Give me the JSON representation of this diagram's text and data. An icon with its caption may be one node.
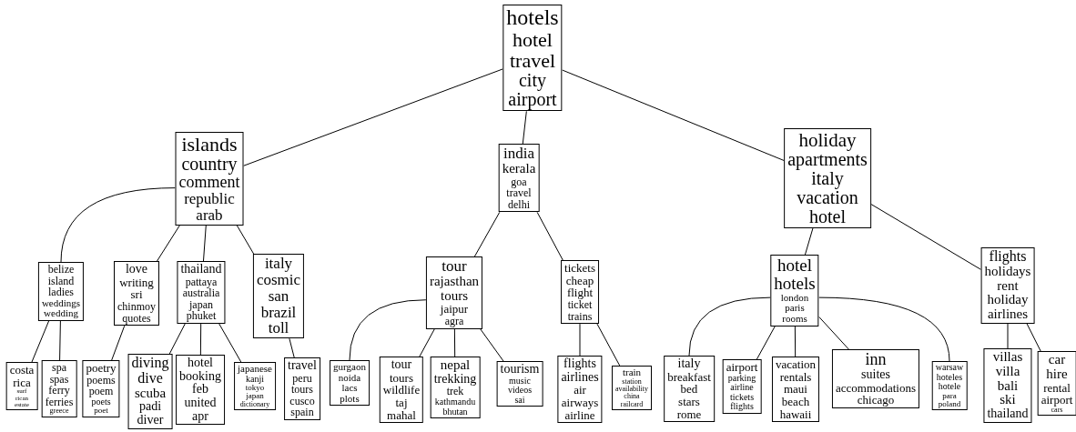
{
  "diagram": {
    "nodes": [
      {
        "text": [
          "hotels",
          "hotel",
          "travel",
          "city",
          "airport"
        ]
      },
      {
        "text": [
          "islands",
          "country",
          "comment",
          "republic",
          "arab"
        ]
      },
      {
        "text": [
          "india",
          "kerala",
          "goa",
          "travel",
          "delhi"
        ]
      },
      {
        "text": [
          "holiday",
          "apartments",
          "italy",
          "vacation",
          "hotel"
        ]
      },
      {
        "text": [
          "belize",
          "island",
          "ladies",
          "weddings",
          "wedding"
        ]
      },
      {
        "text": [
          "love",
          "writing",
          "sri",
          "chinmoy",
          "quotes"
        ]
      },
      {
        "text": [
          "thailand",
          "pattaya",
          "australia",
          "japan",
          "phuket"
        ]
      },
      {
        "text": [
          "italy",
          "cosmic",
          "san",
          "brazil",
          "toll"
        ]
      },
      {
        "text": [
          "tour",
          "rajasthan",
          "tours",
          "jaipur",
          "agra"
        ]
      },
      {
        "text": [
          "tickets",
          "cheap",
          "flight",
          "ticket",
          "trains"
        ]
      },
      {
        "text": [
          "hotel",
          "hotels",
          "london",
          "paris",
          "rooms"
        ]
      },
      {
        "text": [
          "flights",
          "holidays",
          "rent",
          "holiday",
          "airlines"
        ]
      },
      {
        "text": [
          "costa",
          "rica",
          "surf",
          "rican",
          "estate"
        ]
      },
      {
        "text": [
          "spa",
          "spas",
          "ferry",
          "ferries",
          "greece"
        ]
      },
      {
        "text": [
          "poetry",
          "poems",
          "poem",
          "poets",
          "poet"
        ]
      },
      {
        "text": [
          "diving",
          "dive",
          "scuba",
          "padi",
          "diver"
        ]
      },
      {
        "text": [
          "hotel",
          "booking",
          "feb",
          "united",
          "apr"
        ]
      },
      {
        "text": [
          "japanese",
          "kanji",
          "tokyo",
          "japan",
          "dictionary"
        ]
      },
      {
        "text": [
          "travel",
          "peru",
          "tours",
          "cusco",
          "spain"
        ]
      },
      {
        "text": [
          "gurgaon",
          "noida",
          "lacs",
          "plots"
        ]
      },
      {
        "text": [
          "tour",
          "tours",
          "wildlife",
          "taj",
          "mahal"
        ]
      },
      {
        "text": [
          "nepal",
          "trekking",
          "trek",
          "kathmandu",
          "bhutan"
        ]
      },
      {
        "text": [
          "tourism",
          "music",
          "videos",
          "sai"
        ]
      },
      {
        "text": [
          "flights",
          "airlines",
          "air",
          "airways",
          "airline"
        ]
      },
      {
        "text": [
          "train",
          "station",
          "availability",
          "china",
          "railcard"
        ]
      },
      {
        "text": [
          "italy",
          "breakfast",
          "bed",
          "stars",
          "rome"
        ]
      },
      {
        "text": [
          "airport",
          "parking",
          "airline",
          "tickets",
          "flights"
        ]
      },
      {
        "text": [
          "vacation",
          "rentals",
          "maui",
          "beach",
          "hawaii"
        ]
      },
      {
        "text": [
          "inn",
          "suites",
          "accommodations",
          "chicago"
        ]
      },
      {
        "text": [
          "warsaw",
          "hoteles",
          "hotele",
          "para",
          "poland"
        ]
      },
      {
        "text": [
          "villas",
          "villa",
          "bali",
          "ski",
          "thailand"
        ]
      },
      {
        "text": [
          "car",
          "hire",
          "rental",
          "airport",
          "cars"
        ]
      }
    ],
    "edges": [
      {
        "from": 0,
        "to": 1,
        "arrow": "none"
      },
      {
        "from": 0,
        "to": 2,
        "arrow": "none"
      },
      {
        "from": 0,
        "to": 3,
        "arrow": "none"
      },
      {
        "from": 1,
        "to": 4,
        "arrow": "none"
      },
      {
        "from": 1,
        "to": 5,
        "arrow": "none"
      },
      {
        "from": 1,
        "to": 6,
        "arrow": "none"
      },
      {
        "from": 1,
        "to": 7,
        "arrow": "none"
      },
      {
        "from": 2,
        "to": 8,
        "arrow": "none"
      },
      {
        "from": 2,
        "to": 9,
        "arrow": "none"
      },
      {
        "from": 3,
        "to": 10,
        "arrow": "none"
      },
      {
        "from": 3,
        "to": 11,
        "arrow": "none"
      },
      {
        "from": 4,
        "to": 12,
        "arrow": "none"
      },
      {
        "from": 4,
        "to": 13,
        "arrow": "none"
      },
      {
        "from": 5,
        "to": 14,
        "arrow": "none"
      },
      {
        "from": 6,
        "to": 15,
        "arrow": "none"
      },
      {
        "from": 6,
        "to": 16,
        "arrow": "none"
      },
      {
        "from": 6,
        "to": 17,
        "arrow": "none"
      },
      {
        "from": 7,
        "to": 18,
        "arrow": "none"
      },
      {
        "from": 8,
        "to": 19,
        "arrow": "none"
      },
      {
        "from": 8,
        "to": 20,
        "arrow": "none"
      },
      {
        "from": 8,
        "to": 21,
        "arrow": "none"
      },
      {
        "from": 8,
        "to": 22,
        "arrow": "none"
      },
      {
        "from": 9,
        "to": 23,
        "arrow": "none"
      },
      {
        "from": 9,
        "to": 24,
        "arrow": "none"
      },
      {
        "from": 10,
        "to": 25,
        "arrow": "none"
      },
      {
        "from": 10,
        "to": 26,
        "arrow": "none"
      },
      {
        "from": 10,
        "to": 27,
        "arrow": "none"
      },
      {
        "from": 10,
        "to": 28,
        "arrow": "none"
      },
      {
        "from": 10,
        "to": 29,
        "arrow": "none"
      },
      {
        "from": 11,
        "to": 30,
        "arrow": "none"
      },
      {
        "from": 11,
        "to": 31,
        "arrow": "none"
      }
    ]
  }
}
